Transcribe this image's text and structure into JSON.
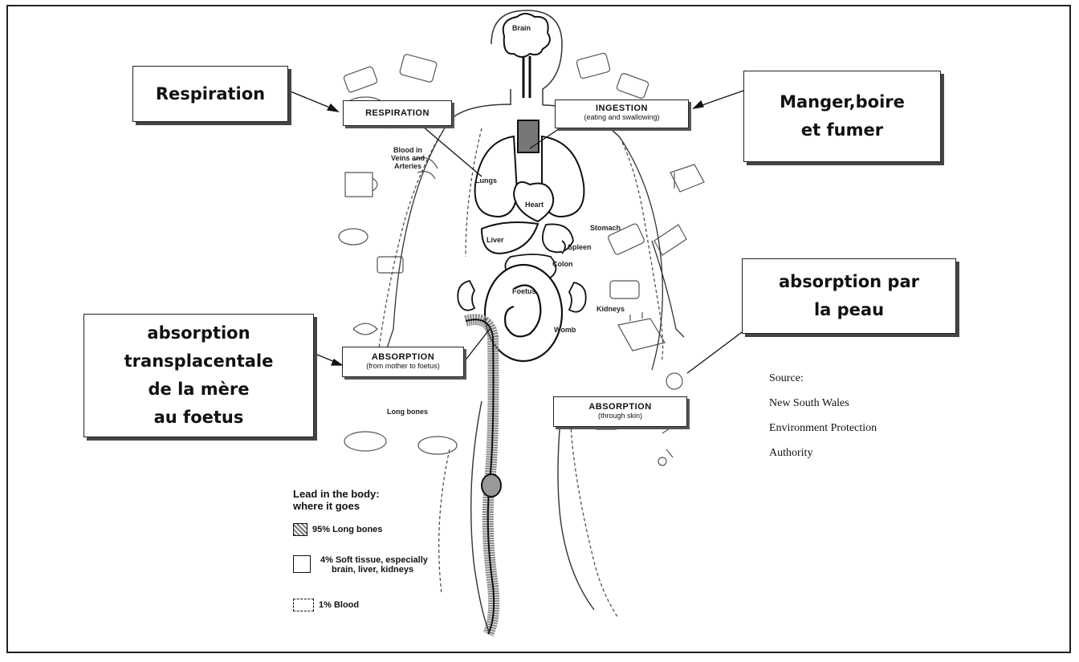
{
  "source": {
    "lines": [
      "Source:",
      "New South Wales",
      "Environment Protection",
      "Authority"
    ]
  },
  "french_labels": {
    "respiration": "Respiration",
    "ingestion_l1": "Manger,boire",
    "ingestion_l2": "et fumer",
    "skin_l1": "absorption par",
    "skin_l2": "la peau",
    "transplacental_l1": "absorption",
    "transplacental_l2": "transplacentale",
    "transplacental_l3": "de la mère",
    "transplacental_l4": "au foetus"
  },
  "english_boxes": {
    "respiration": {
      "title": "RESPIRATION"
    },
    "ingestion": {
      "title": "INGESTION",
      "sub": "(eating and swallowing)"
    },
    "absorption_foetus": {
      "title": "ABSORPTION",
      "sub": "(from mother to foetus)"
    },
    "absorption_skin": {
      "title": "ABSORPTION",
      "sub": "(through skin)"
    }
  },
  "organs": {
    "brain": "Brain",
    "blood_l1": "Blood in",
    "blood_l2": "Veins and",
    "blood_l3": "Arteries",
    "lungs": "Lungs",
    "heart": "Heart",
    "liver": "Liver",
    "stomach": "Stomach",
    "spleen": "Spleen",
    "colon": "Colon",
    "foetus": "Foetus",
    "kidneys": "Kidneys",
    "womb": "Womb",
    "long_bones": "Long bones"
  },
  "legend": {
    "title_l1": "Lead in the body:",
    "title_l2": "where it goes",
    "items": [
      {
        "label": "95% Long bones"
      },
      {
        "label_l1": "4% Soft tissue, especially",
        "label_l2": "brain, liver, kidneys"
      },
      {
        "label": "1% Blood"
      }
    ]
  }
}
